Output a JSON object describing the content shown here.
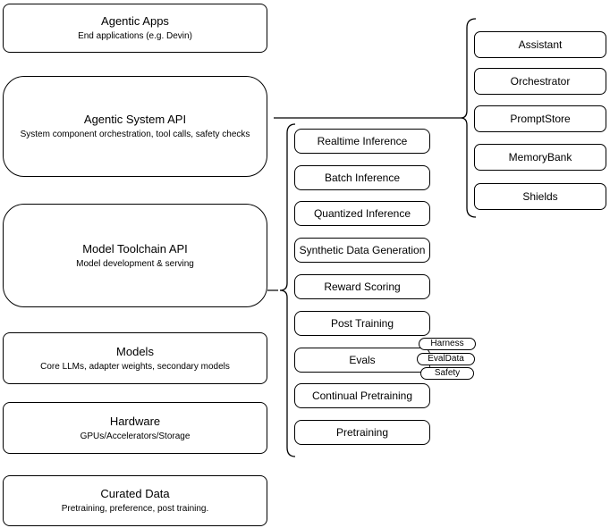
{
  "diagram": {
    "left_stack": [
      {
        "title": "Agentic Apps",
        "subtitle": "End applications (e.g. Devin)"
      },
      {
        "title": "Agentic System API",
        "subtitle": "System component orchestration, tool calls, safety checks"
      },
      {
        "title": "Model Toolchain API",
        "subtitle": "Model development & serving"
      },
      {
        "title": "Models",
        "subtitle": "Core LLMs, adapter weights, secondary models"
      },
      {
        "title": "Hardware",
        "subtitle": "GPUs/Accelerators/Storage"
      },
      {
        "title": "Curated Data",
        "subtitle": "Pretraining, preference, post training."
      }
    ],
    "toolchain_group": {
      "items": [
        "Realtime Inference",
        "Batch Inference",
        "Quantized Inference",
        "Synthetic Data Generation",
        "Reward Scoring",
        "Post Training",
        "Evals",
        "Continual Pretraining",
        "Pretraining"
      ],
      "evals_tags": [
        "Harness",
        "EvalData",
        "Safety"
      ]
    },
    "system_group": {
      "items": [
        "Assistant",
        "Orchestrator",
        "PromptStore",
        "MemoryBank",
        "Shields"
      ]
    },
    "colors": {
      "stroke": "#000000",
      "background": "#ffffff",
      "text": "#000000"
    }
  }
}
